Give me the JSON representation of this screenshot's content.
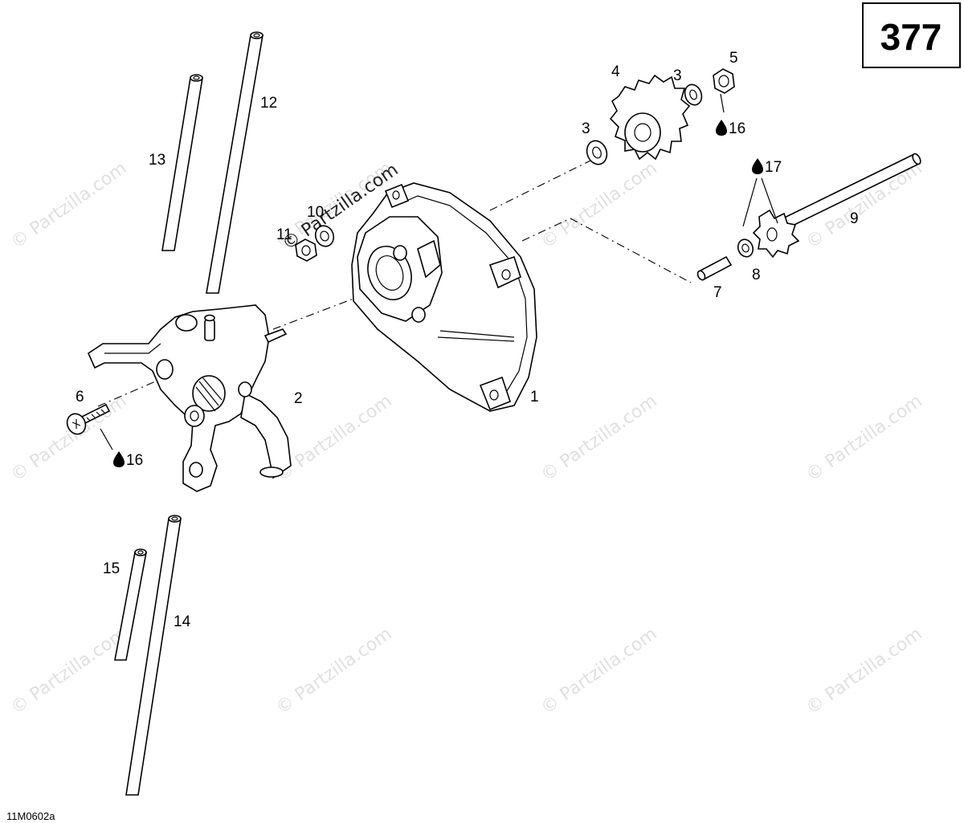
{
  "page_number": "377",
  "diagram_code": "11M0602a",
  "watermark": "© Partzilla.com",
  "lube_symbol": "drop-icon",
  "callouts": {
    "c1": "1",
    "c2": "2",
    "c3a": "3",
    "c3b": "3",
    "c4": "4",
    "c5": "5",
    "c6": "6",
    "c7": "7",
    "c8": "8",
    "c9": "9",
    "c10": "10",
    "c11": "11",
    "c12": "12",
    "c13": "13",
    "c14": "14",
    "c15": "15",
    "lube16a": "16",
    "lube16b": "16",
    "lube17": "17"
  }
}
